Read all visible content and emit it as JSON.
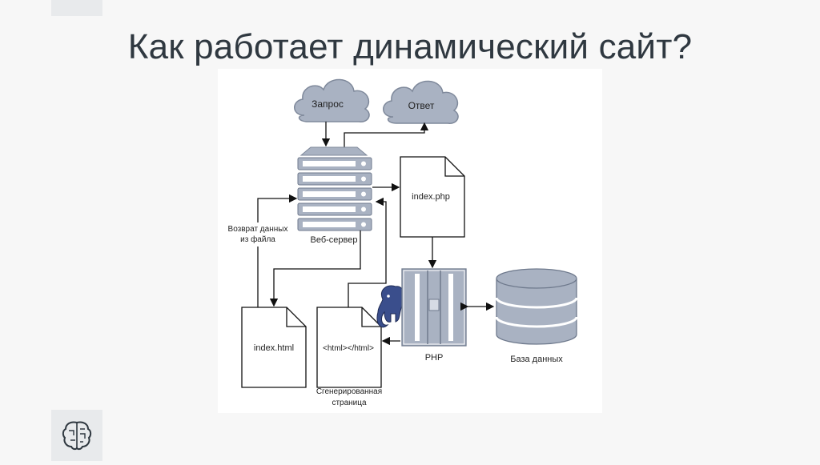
{
  "slide": {
    "title": "Как работает динамический сайт?"
  },
  "diagram": {
    "request_label": "Запрос",
    "response_label": "Ответ",
    "web_server_label": "Веб-сервер",
    "index_php_label": "index.php",
    "index_html_label": "index.html",
    "generated_content_label": "<html></html>",
    "generated_caption_line1": "Сгенерированная",
    "generated_caption_line2": "страница",
    "return_data_line1": "Возврат данных",
    "return_data_line2": "из файла",
    "php_label": "PHP",
    "database_label": "База данных"
  }
}
